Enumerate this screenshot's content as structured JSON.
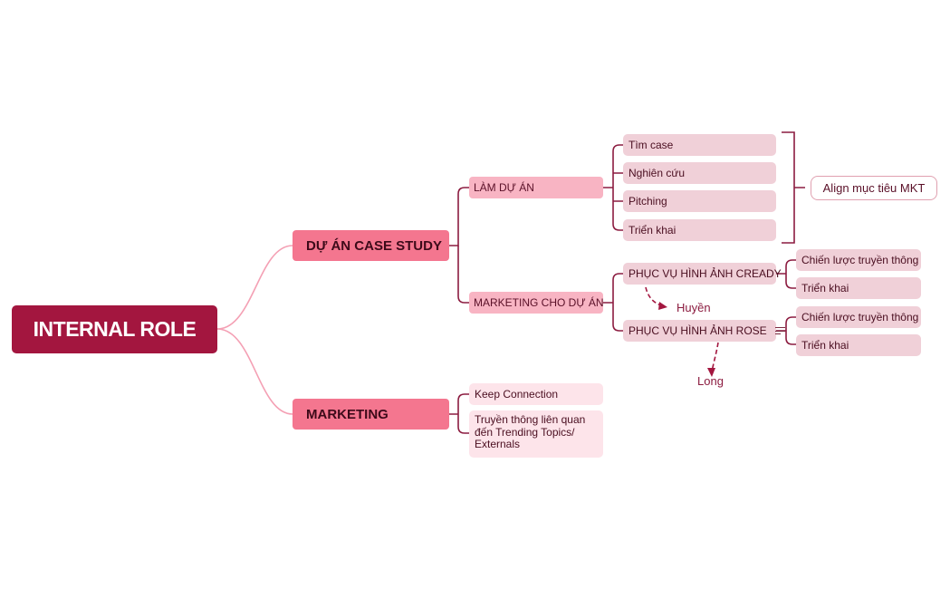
{
  "mindmap": {
    "root": {
      "label": "INTERNAL ROLE"
    },
    "branches": [
      {
        "label": "DỰ ÁN CASE STUDY",
        "children": [
          {
            "label": "LÀM DỰ ÁN",
            "children": [
              "Tìm case",
              "Nghiên cứu",
              "Pitching",
              "Triển khai"
            ],
            "callout": "Align mục tiêu MKT"
          },
          {
            "label": "MARKETING CHO DỰ ÁN",
            "children": [
              {
                "label": "PHỤC VỤ HÌNH ẢNH CREADY",
                "children": [
                  "Chiến lược truyền thông",
                  "Triển khai"
                ],
                "assignee": "Huyền"
              },
              {
                "label": "PHỤC VỤ HÌNH ẢNH ROSE",
                "children": [
                  "Chiến lược truyền thông",
                  "Triển khai"
                ],
                "assignee": "Long",
                "has_note": true
              }
            ]
          }
        ]
      },
      {
        "label": "MARKETING",
        "children": [
          "Keep Connection",
          "Truyền thông liên quan đến Trending Topics/ Externals"
        ]
      }
    ]
  },
  "colors": {
    "root": "#a3163f",
    "main": "#f4768f",
    "sub": "#f8b4c3",
    "leaf": "#f0d0d8",
    "leaf_light": "#fde4ea",
    "connector_root": "#f4a0b4",
    "connector": "#8c1c40",
    "dashed_arrow": "#a3163f"
  }
}
